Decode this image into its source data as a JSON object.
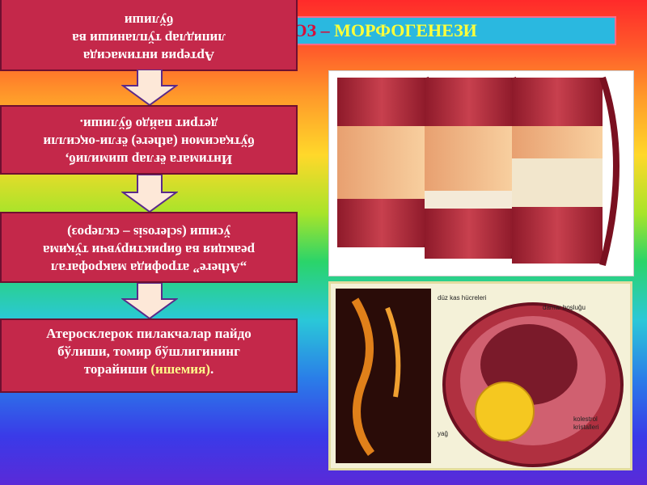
{
  "title": {
    "main": "АТЕРОСКЛЕРОЗ – ",
    "accent": "МОРФОГЕНЕЗИ"
  },
  "flow": {
    "box1": {
      "line1": "Артерия интимасида",
      "line2": "липидлар тўпланиши ва",
      "line3": "бўлиши"
    },
    "box2": {
      "line1": "Интимага ёғлар шимилиб,",
      "line2": "бўтқасимон (athere) ёғли-оқсилли",
      "line3": "детрит пайдо бўлиши."
    },
    "box3": {
      "line1": "„Athere” атрофида макрофагал",
      "line2": "реакция ва бириктирувчи тўқима",
      "line3": "ўсиши (sclerosis – склероз)"
    },
    "box4": {
      "line1": "Атеросклерок пилакчалар пайдо",
      "line2": "бўлиши, томир бўшлигининг",
      "line3a": "торайиши ",
      "line3b": "(ишемия)",
      "line3c": "."
    }
  },
  "diagram_labels": {
    "muscle": "düz kas hücreleri",
    "lumen": "damar boşluğu",
    "fat": "yağ",
    "cholesterol_1": "kolestrol",
    "cholesterol_2": "kristalleri"
  },
  "colors": {
    "box_fill": "#c4284a",
    "title_bg": "#2ab8e0",
    "title_text": "#d4103a",
    "title_accent": "#ffff3a"
  }
}
